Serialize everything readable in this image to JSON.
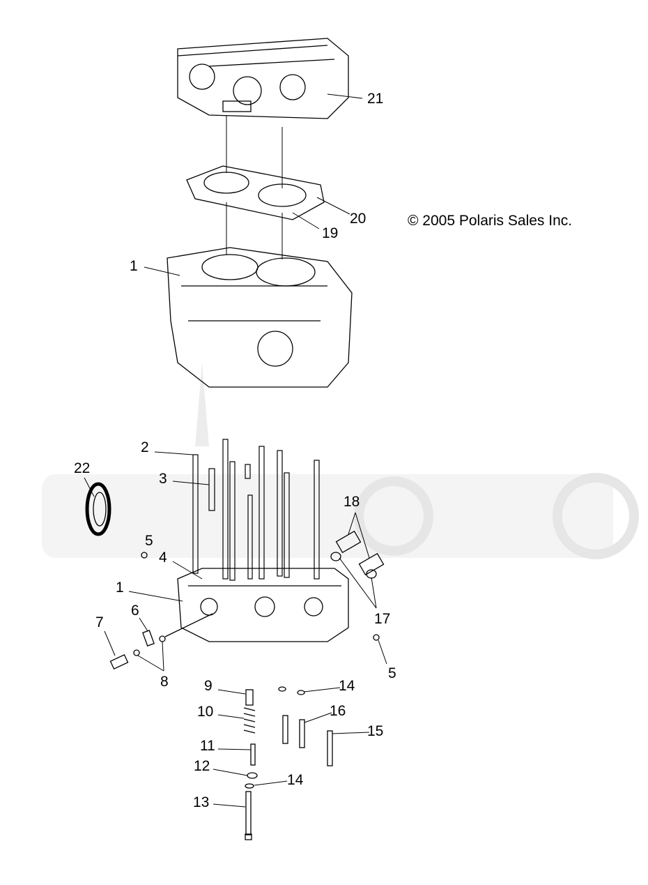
{
  "copyright": "© 2005 Polaris Sales Inc.",
  "callouts": [
    {
      "id": "21",
      "label": "21"
    },
    {
      "id": "20",
      "label": "20"
    },
    {
      "id": "19",
      "label": "19"
    },
    {
      "id": "1a",
      "label": "1"
    },
    {
      "id": "2",
      "label": "2"
    },
    {
      "id": "22",
      "label": "22"
    },
    {
      "id": "3",
      "label": "3"
    },
    {
      "id": "18",
      "label": "18"
    },
    {
      "id": "5a",
      "label": "5"
    },
    {
      "id": "4",
      "label": "4"
    },
    {
      "id": "1b",
      "label": "1"
    },
    {
      "id": "17",
      "label": "17"
    },
    {
      "id": "6",
      "label": "6"
    },
    {
      "id": "7",
      "label": "7"
    },
    {
      "id": "8",
      "label": "8"
    },
    {
      "id": "5b",
      "label": "5"
    },
    {
      "id": "9",
      "label": "9"
    },
    {
      "id": "14a",
      "label": "14"
    },
    {
      "id": "10",
      "label": "10"
    },
    {
      "id": "16",
      "label": "16"
    },
    {
      "id": "15",
      "label": "15"
    },
    {
      "id": "11",
      "label": "11"
    },
    {
      "id": "12",
      "label": "12"
    },
    {
      "id": "14b",
      "label": "14"
    },
    {
      "id": "13",
      "label": "13"
    }
  ]
}
